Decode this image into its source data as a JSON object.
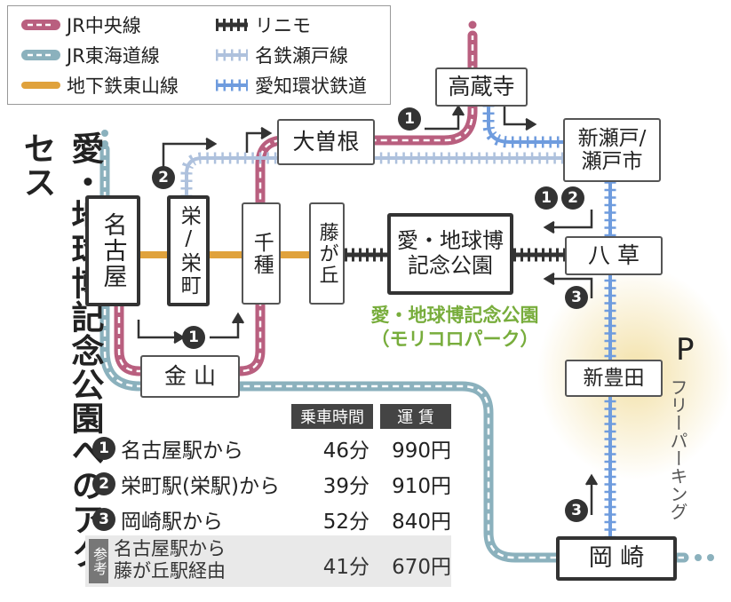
{
  "title": "愛・地球博記念公園へのアクセス",
  "legend": [
    {
      "label": "JR中央線",
      "color": "#b95f7f",
      "style": "pill"
    },
    {
      "label": "JR東海道線",
      "color": "#8bb1bd",
      "style": "pill"
    },
    {
      "label": "地下鉄東山線",
      "color": "#e0a23c",
      "style": "solid"
    },
    {
      "label": "リニモ",
      "color": "#333333",
      "style": "ladder"
    },
    {
      "label": "名鉄瀬戸線",
      "color": "#aec1dd",
      "style": "ties"
    },
    {
      "label": "愛知環状鉄道",
      "color": "#6f9cde",
      "style": "ties"
    }
  ],
  "stations": {
    "nagoya": "名古屋",
    "sakae": "栄/栄町",
    "chikusa": "千種",
    "fujigaoka": "藤が丘",
    "ozone": "大曽根",
    "kozoji": "高蔵寺",
    "shinseto": "新瀬戸/瀬戸市",
    "yakusa": "八 草",
    "shintoyota": "新豊田",
    "okazaki": "岡 崎",
    "kanayama": "金 山",
    "expo": "愛・地球博記念公園"
  },
  "venue_label": {
    "line1": "愛・地球博記念公園",
    "line2": "（モリコロパーク）"
  },
  "parking": {
    "symbol": "P",
    "text": "フリーパーキング"
  },
  "route_markers": {
    "one": "1",
    "two": "2",
    "three": "3"
  },
  "table": {
    "header_time": "乗車時間",
    "header_fare": "運 賃",
    "rows": [
      {
        "num": "1",
        "from": "名古屋駅から",
        "time": "46分",
        "fare": "990円"
      },
      {
        "num": "2",
        "from": "栄町駅(栄駅)から",
        "time": "39分",
        "fare": "910円"
      },
      {
        "num": "3",
        "from": "岡崎駅から",
        "time": "52分",
        "fare": "840円"
      }
    ],
    "reference": {
      "tag": "参考",
      "line1": "名古屋駅から",
      "line2": "藤が丘駅経由",
      "time": "41分",
      "fare": "670円"
    }
  },
  "colors": {
    "chuo": "#b95f7f",
    "tokaido": "#8bb1bd",
    "higashiyama": "#e0a23c",
    "seto": "#aec1dd",
    "aichi_kanjo": "#6f9cde",
    "linimo": "#333333",
    "venue_green": "#78ad3c",
    "parking_glow": "#f3e1a8"
  }
}
